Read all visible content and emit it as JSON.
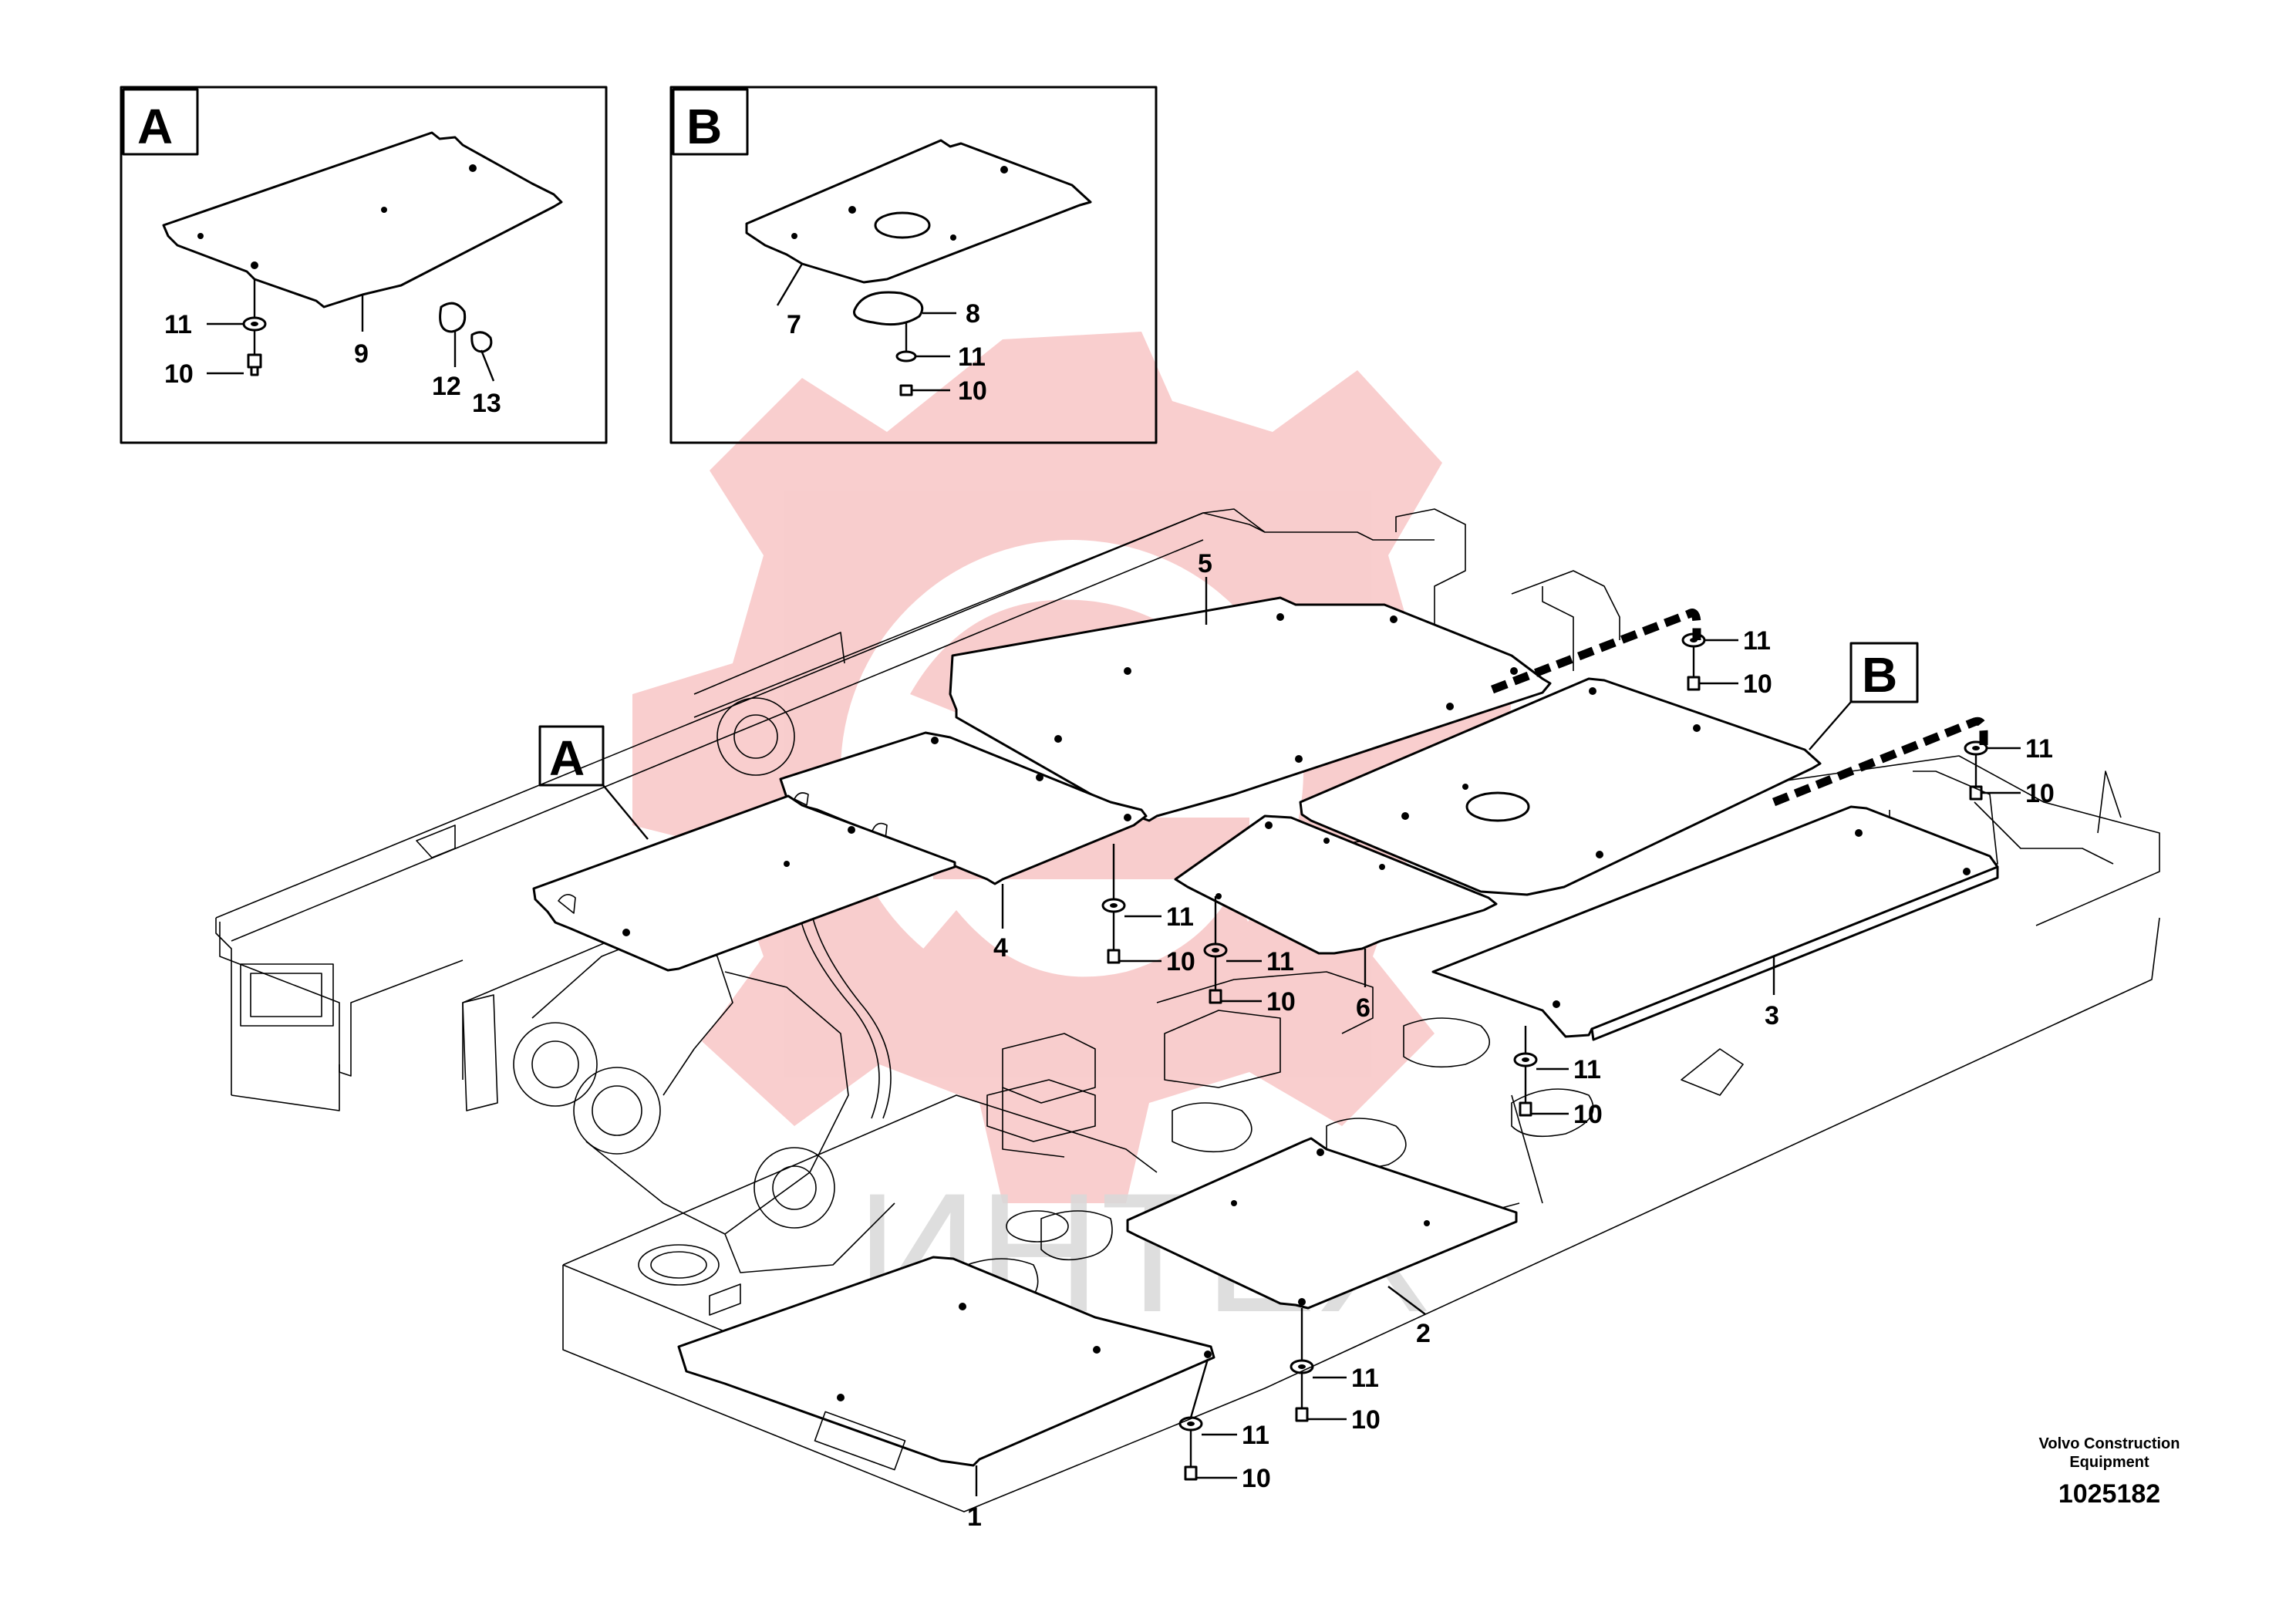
{
  "detail_boxes": [
    {
      "letter": "A",
      "parts": [
        "9",
        "11",
        "10",
        "12",
        "13"
      ]
    },
    {
      "letter": "B",
      "parts": [
        "7",
        "8",
        "11",
        "10"
      ]
    }
  ],
  "callouts": {
    "A": "A",
    "B": "B"
  },
  "part_labels": {
    "p1": "1",
    "p2": "2",
    "p3": "3",
    "p4": "4",
    "p5": "5",
    "p6": "6",
    "p7": "7",
    "p8": "8",
    "p9": "9",
    "p10": "10",
    "p11": "11",
    "p12": "12",
    "p13": "13"
  },
  "watermark": "ИНТЕХ",
  "footer": {
    "company_line1": "Volvo Construction",
    "company_line2": "Equipment",
    "drawing_number": "1025182"
  },
  "colors": {
    "line": "#000000",
    "watermark": "#f4b4b4",
    "watermark_text": "#d6d6d6"
  }
}
